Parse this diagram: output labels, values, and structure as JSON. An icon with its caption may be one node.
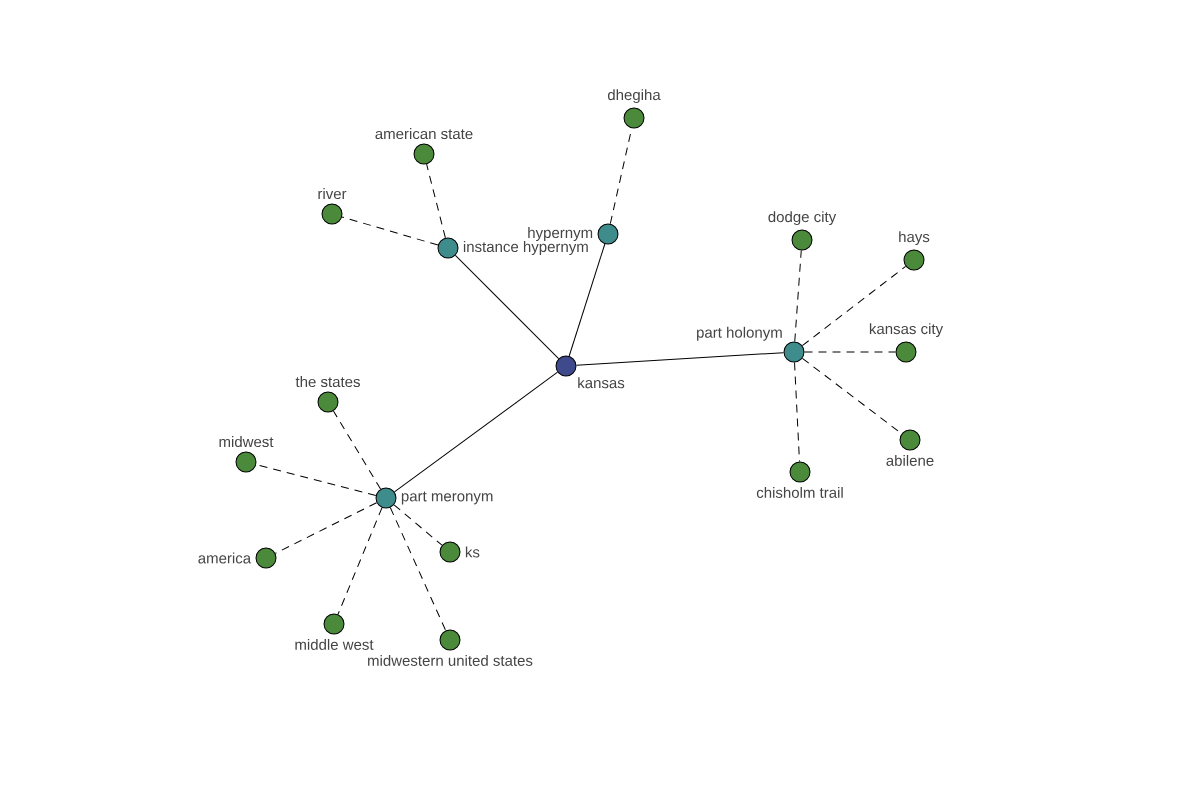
{
  "diagram": {
    "nodes": [
      {
        "text": [
          "kansas"
        ]
      },
      {
        "text": [
          "instance hypernym"
        ]
      },
      {
        "text": [
          "hypernym"
        ]
      },
      {
        "text": [
          "part holonym"
        ]
      },
      {
        "text": [
          "part meronym"
        ]
      },
      {
        "text": [
          "american state"
        ]
      },
      {
        "text": [
          "river"
        ]
      },
      {
        "text": [
          "dhegiha"
        ]
      },
      {
        "text": [
          "dodge city"
        ]
      },
      {
        "text": [
          "hays"
        ]
      },
      {
        "text": [
          "kansas city"
        ]
      },
      {
        "text": [
          "abilene"
        ]
      },
      {
        "text": [
          "chisholm trail"
        ]
      },
      {
        "text": [
          "the states"
        ]
      },
      {
        "text": [
          "midwest"
        ]
      },
      {
        "text": [
          "america"
        ]
      },
      {
        "text": [
          "middle west"
        ]
      },
      {
        "text": [
          "midwestern united states"
        ]
      },
      {
        "text": [
          "ks"
        ]
      }
    ],
    "edges": [
      {
        "from": 0,
        "to": 1,
        "arrow": "none"
      },
      {
        "from": 0,
        "to": 2,
        "arrow": "none"
      },
      {
        "from": 0,
        "to": 3,
        "arrow": "none"
      },
      {
        "from": 0,
        "to": 4,
        "arrow": "none"
      },
      {
        "from": 1,
        "to": 5,
        "arrow": "none",
        "style": "dashed"
      },
      {
        "from": 1,
        "to": 6,
        "arrow": "none",
        "style": "dashed"
      },
      {
        "from": 2,
        "to": 7,
        "arrow": "none",
        "style": "dashed"
      },
      {
        "from": 3,
        "to": 8,
        "arrow": "none",
        "style": "dashed"
      },
      {
        "from": 3,
        "to": 9,
        "arrow": "none",
        "style": "dashed"
      },
      {
        "from": 3,
        "to": 10,
        "arrow": "none",
        "style": "dashed"
      },
      {
        "from": 3,
        "to": 11,
        "arrow": "none",
        "style": "dashed"
      },
      {
        "from": 3,
        "to": 12,
        "arrow": "none",
        "style": "dashed"
      },
      {
        "from": 4,
        "to": 13,
        "arrow": "none",
        "style": "dashed"
      },
      {
        "from": 4,
        "to": 14,
        "arrow": "none",
        "style": "dashed"
      },
      {
        "from": 4,
        "to": 15,
        "arrow": "none",
        "style": "dashed"
      },
      {
        "from": 4,
        "to": 16,
        "arrow": "none",
        "style": "dashed"
      },
      {
        "from": 4,
        "to": 17,
        "arrow": "none",
        "style": "dashed"
      },
      {
        "from": 4,
        "to": 18,
        "arrow": "none",
        "style": "dashed"
      }
    ]
  }
}
